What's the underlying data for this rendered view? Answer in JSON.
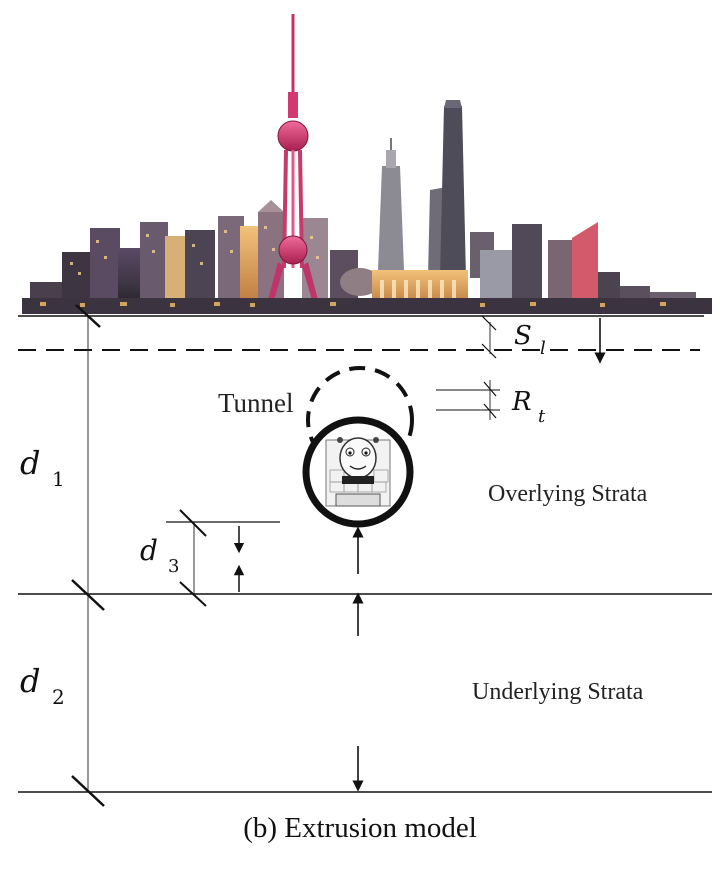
{
  "labels": {
    "tunnel": "Tunnel",
    "overlying": "Overlying Strata",
    "underlying": "Underlying Strata",
    "d1_main": "d",
    "d1_sub": "1",
    "d2_main": "d",
    "d2_sub": "2",
    "d3_main": "d",
    "d3_sub": "3",
    "sl_main": "S",
    "sl_sub": "l",
    "rt_main": "R",
    "rt_sub": "t"
  },
  "caption": "(b) Extrusion model",
  "colors": {
    "line": "#111111",
    "tower_pink": "#e0407a",
    "skyline_dark": "#3a3440",
    "skyline_glow": "#e8a24a"
  }
}
